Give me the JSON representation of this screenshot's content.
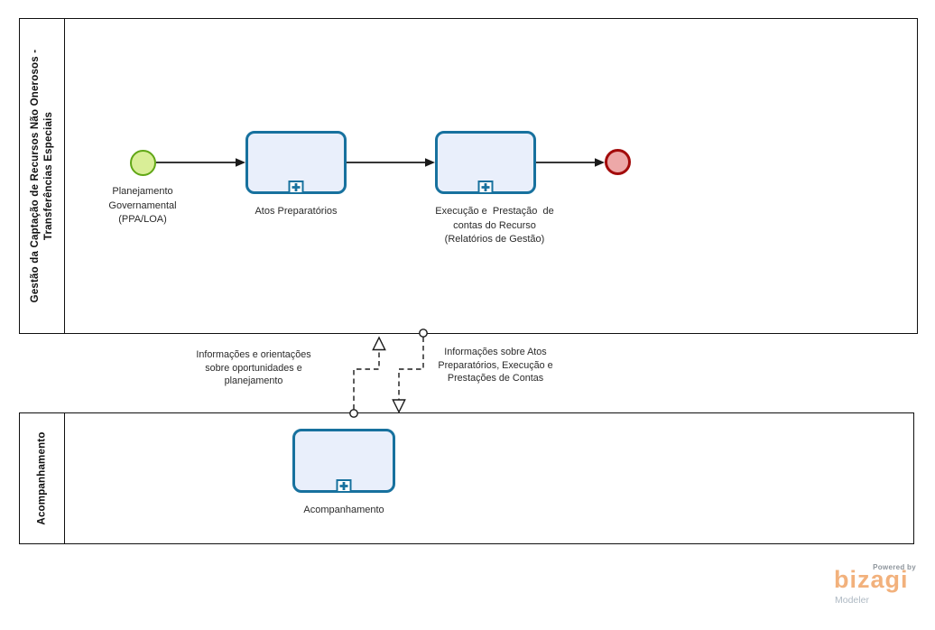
{
  "pools": [
    {
      "label": "Gestão da Captação de Recursos Não Onerosos -\nTransferências Especiais"
    },
    {
      "label": "Acompanhamento"
    }
  ],
  "nodes": {
    "start": {
      "type": "start-event",
      "label": "Planejamento\nGovernamental\n(PPA/LOA)"
    },
    "atos": {
      "type": "subprocess",
      "label": "Atos Preparatórios"
    },
    "execucao": {
      "type": "subprocess",
      "label": "Execução e  Prestação  de\ncontas do Recurso\n(Relatórios de Gestão)"
    },
    "end": {
      "type": "end-event"
    },
    "acompanhamento": {
      "type": "subprocess",
      "label": "Acompanhamento"
    }
  },
  "sequence_flows": [
    {
      "from": "start",
      "to": "atos"
    },
    {
      "from": "atos",
      "to": "execucao"
    },
    {
      "from": "execucao",
      "to": "end"
    }
  ],
  "message_flows": [
    {
      "direction": "up",
      "label": "Informações e orientações\nsobre oportunidades e\nplanejamento"
    },
    {
      "direction": "down",
      "label": "Informações sobre Atos\nPreparatórios, Execução e\nPrestações de Contas"
    }
  ],
  "branding": {
    "powered_by": "Powered by",
    "brand": "bizagi",
    "product": "Modeler"
  },
  "colors": {
    "task_border": "#17719E",
    "task_fill": "#E9EFFB",
    "start_border": "#61A716",
    "start_fill": "#D9EE97",
    "end_border": "#A30B0B",
    "end_fill": "#EDA8A8",
    "pool_border": "#0F0F0F",
    "flow_line": "#1A1A1A",
    "brand_orange": "#F2B17C",
    "brand_gray": "#AEB9C3"
  },
  "icons": {
    "subprocess_marker": "plus-icon"
  }
}
